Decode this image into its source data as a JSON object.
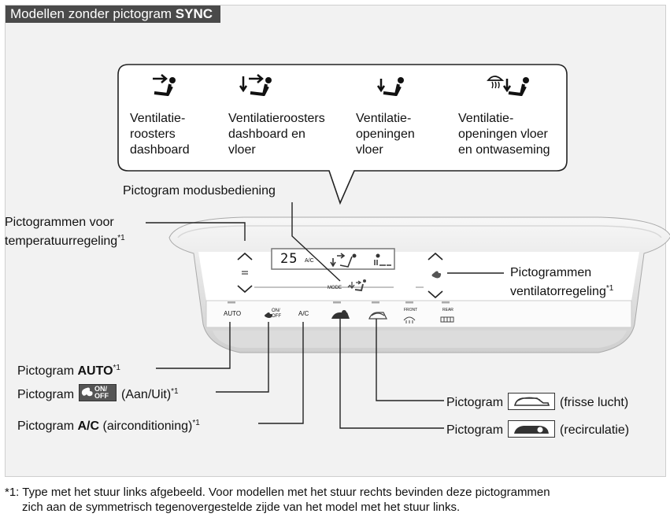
{
  "header": {
    "prefix": "Modellen zonder pictogram",
    "brand": "SYNC"
  },
  "modes": [
    {
      "line1": "Ventilatie-",
      "line2": "roosters",
      "line3": "dashboard"
    },
    {
      "line1": "Ventilatieroosters",
      "line2": "dashboard en",
      "line3": "vloer"
    },
    {
      "line1": "Ventilatie-",
      "line2": "openingen",
      "line3": "vloer"
    },
    {
      "line1": "Ventilatie-",
      "line2": "openingen vloer",
      "line3": "en ontwaseming"
    }
  ],
  "labels": {
    "mode_control": "Pictogram modusbediening",
    "temp_line1": "Pictogrammen voor",
    "temp_line2": "temperatuurregeling",
    "fan_line1": "Pictogrammen",
    "fan_line2": "ventilatorregeling",
    "footnote_mark": "*1",
    "pictogram_word": "Pictogram",
    "auto_name": "AUTO",
    "onoff_desc": "(Aan/Uit)",
    "ac_name": "A/C",
    "ac_desc": "(airconditioning)",
    "fresh_desc": "(frisse lucht)",
    "recirc_desc": "(recirculatie)"
  },
  "panel_display": {
    "temperature": "25",
    "ac": "A/C",
    "mode": "MODE"
  },
  "panel_buttons": {
    "auto": "AUTO",
    "on": "ON/",
    "off": "OFF",
    "ac": "A/C",
    "front": "FRONT",
    "rear": "REAR"
  },
  "icon_box": {
    "on": "ON/",
    "off": "OFF"
  },
  "footnote": {
    "line1": "*1: Type met het stuur links afgebeeld. Voor modellen met het stuur rechts bevinden deze pictogrammen",
    "line2": "zich aan de symmetrisch tegenovergestelde zijde van het model met het stuur links."
  },
  "colors": {
    "panel_bg": "#f2f2f2",
    "header_bg": "#4a4a4a",
    "leader": "#222222"
  }
}
